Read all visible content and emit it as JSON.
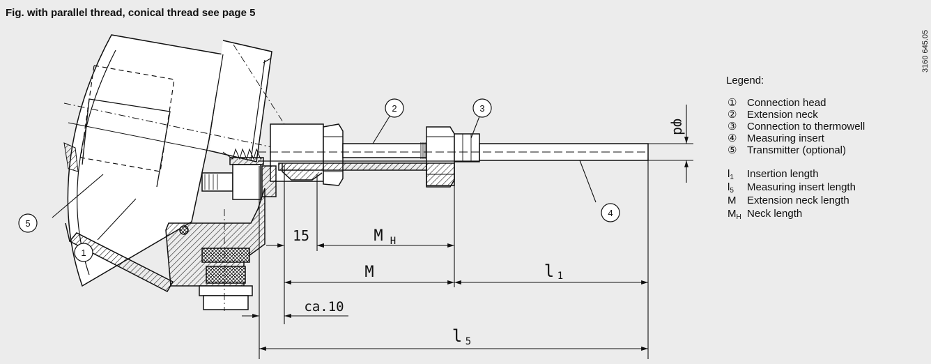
{
  "caption": "Fig. with parallel thread, conical thread see page 5",
  "drawing_code": "3160 645.05",
  "legend": {
    "title": "Legend:",
    "items": [
      {
        "symbol": "①",
        "text": "Connection head"
      },
      {
        "symbol": "②",
        "text": "Extension neck"
      },
      {
        "symbol": "③",
        "text": "Connection to thermowell"
      },
      {
        "symbol": "④",
        "text": "Measuring insert"
      },
      {
        "symbol": "⑤",
        "text": "Transmitter (optional)"
      }
    ],
    "symbols": [
      {
        "base": "l",
        "sub": "1",
        "text": "Insertion length"
      },
      {
        "base": "l",
        "sub": "5",
        "text": "Measuring insert length"
      },
      {
        "base": "M",
        "sub": "",
        "text": "Extension neck length"
      },
      {
        "base": "M",
        "sub": "H",
        "text": "Neck length"
      }
    ]
  },
  "callouts": [
    "1",
    "2",
    "3",
    "4",
    "5"
  ],
  "dimensions": {
    "d": "φd",
    "d15": "15",
    "mh": "M",
    "mh_sub": "H",
    "m": "M",
    "l1": "l",
    "l1_sub": "1",
    "ca10": "ca.10",
    "l5": "l",
    "l5_sub": "5"
  }
}
